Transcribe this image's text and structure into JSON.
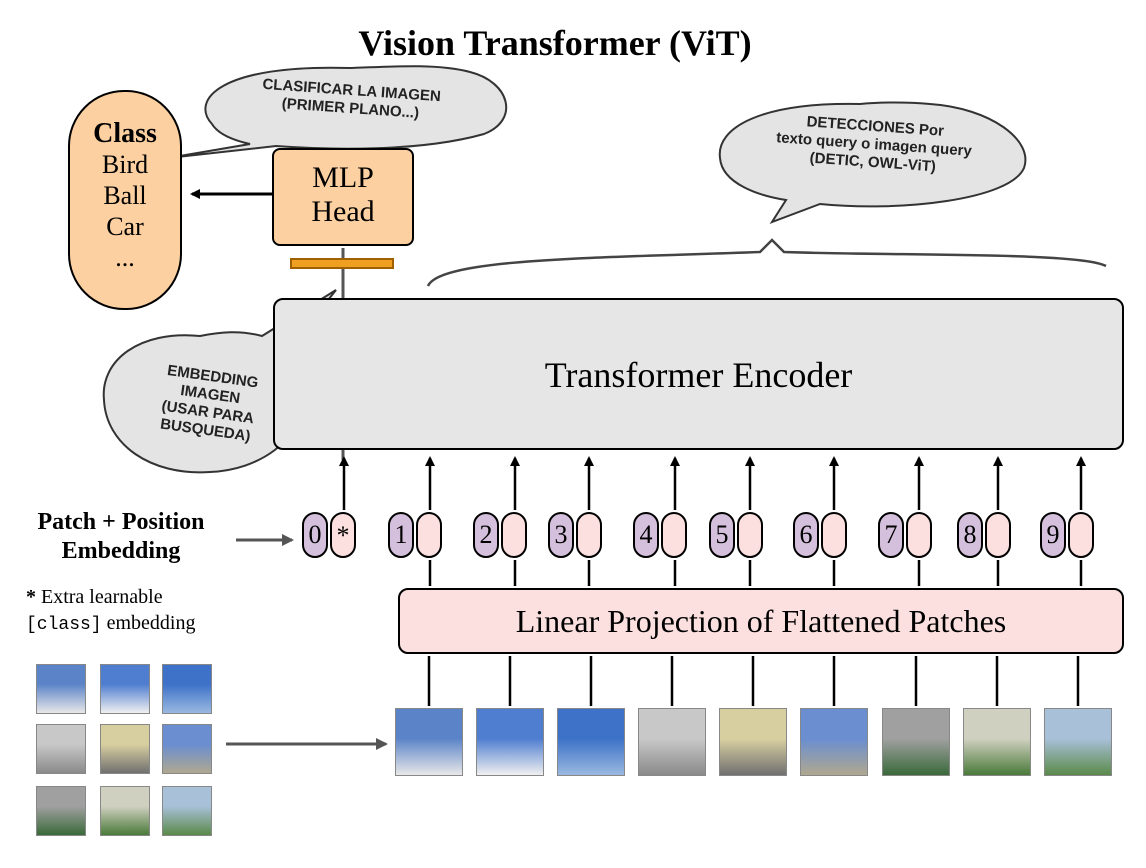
{
  "title": "Vision Transformer (ViT)",
  "class_box": {
    "header": "Class",
    "items": [
      "Bird",
      "Ball",
      "Car",
      "..."
    ]
  },
  "mlp_head": {
    "line1": "MLP",
    "line2": "Head"
  },
  "encoder_label": "Transformer Encoder",
  "linear_projection_label": "Linear Projection of Flattened Patches",
  "patch_position": {
    "line1": "Patch + Position",
    "line2": "Embedding"
  },
  "extra_note": {
    "star": "*",
    "line1": " Extra learnable",
    "mono": "[class]",
    "line2": " embedding"
  },
  "bubbles": {
    "classify": [
      "CLASIFICAR LA IMAGEN",
      "(PRIMER PLANO...)"
    ],
    "detections": [
      "DETECCIONES Por",
      "texto query o imagen query",
      "(DETIC, OWL-ViT)"
    ],
    "embedding": [
      "EMBEDDING",
      "IMAGEN",
      "(USAR PARA",
      "BUSQUEDA)"
    ]
  },
  "tokens": [
    {
      "pos": "0",
      "emb": "*"
    },
    {
      "pos": "1",
      "emb": ""
    },
    {
      "pos": "2",
      "emb": ""
    },
    {
      "pos": "3",
      "emb": ""
    },
    {
      "pos": "4",
      "emb": ""
    },
    {
      "pos": "5",
      "emb": ""
    },
    {
      "pos": "6",
      "emb": ""
    },
    {
      "pos": "7",
      "emb": ""
    },
    {
      "pos": "8",
      "emb": ""
    },
    {
      "pos": "9",
      "emb": ""
    }
  ],
  "colors": {
    "class_fill": "#fcd0a0",
    "encoder_fill": "#e6e6e6",
    "projection_fill": "#fce0e0",
    "position_fill": "#d4c0dc",
    "bubble_fill": "#e4e4e4"
  }
}
